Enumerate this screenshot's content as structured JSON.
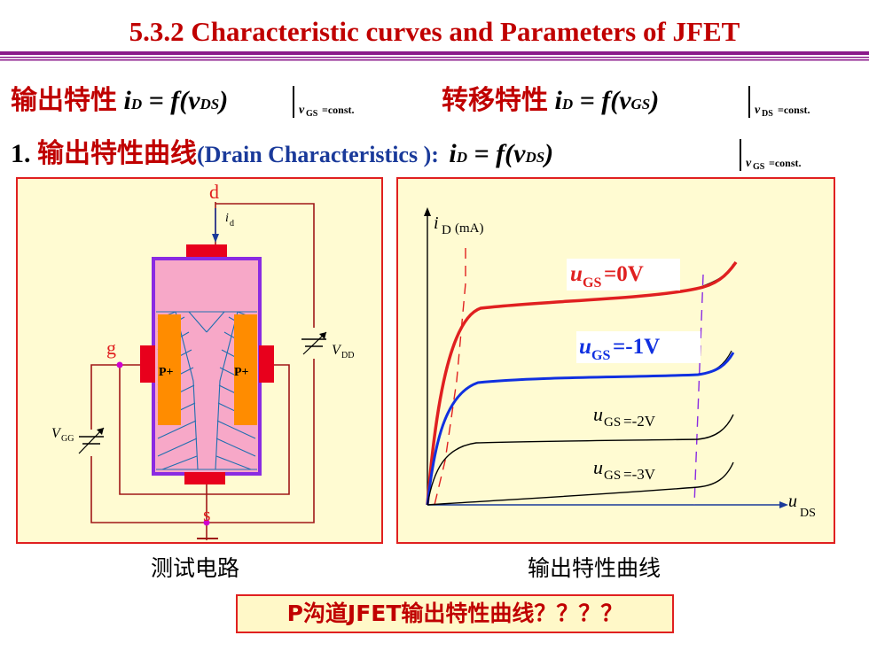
{
  "header": {
    "title": "5.3.2  Characteristic curves  and Parameters of JFET"
  },
  "definitions": {
    "output_label": "输出特性",
    "output_eq": "= f(v",
    "transfer_label": "转移特性",
    "i": "i",
    "D": "D",
    "DS": "DS",
    "GS": "GS",
    "close": ")",
    "cond_output": "GS",
    "cond_transfer": "DS",
    "const": "=const."
  },
  "section": {
    "number": "1.",
    "cn_title": "输出特性曲线",
    "en_title": "(Drain Characteristics ):"
  },
  "circuit": {
    "drain": "d",
    "gate": "g",
    "source": "s",
    "current": "i",
    "current_sub": "d",
    "p_left": "P+",
    "p_right": "P+",
    "vdd": "V",
    "vdd_sub": "DD",
    "vgg": "V",
    "vgg_sub": "GG"
  },
  "chart": {
    "y_axis": "i",
    "y_axis_sub": "D",
    "y_unit": "(mA)",
    "x_axis": "u",
    "x_axis_sub": "DS",
    "curves": [
      {
        "u": "u",
        "sub": "GS",
        "value": "=0V",
        "color": "#e02020"
      },
      {
        "u": "u",
        "sub": "GS",
        "value": "=-1V",
        "color": "#1030e0"
      },
      {
        "u": "u",
        "sub": "GS",
        "value": "=-2V",
        "color": "#000000"
      },
      {
        "u": "u",
        "sub": "GS",
        "value": "=-3V",
        "color": "#000000"
      }
    ]
  },
  "captions": {
    "left": "测试电路",
    "right": "输出特性曲线",
    "question": "P沟道JFET输出特性曲线？？？？"
  }
}
